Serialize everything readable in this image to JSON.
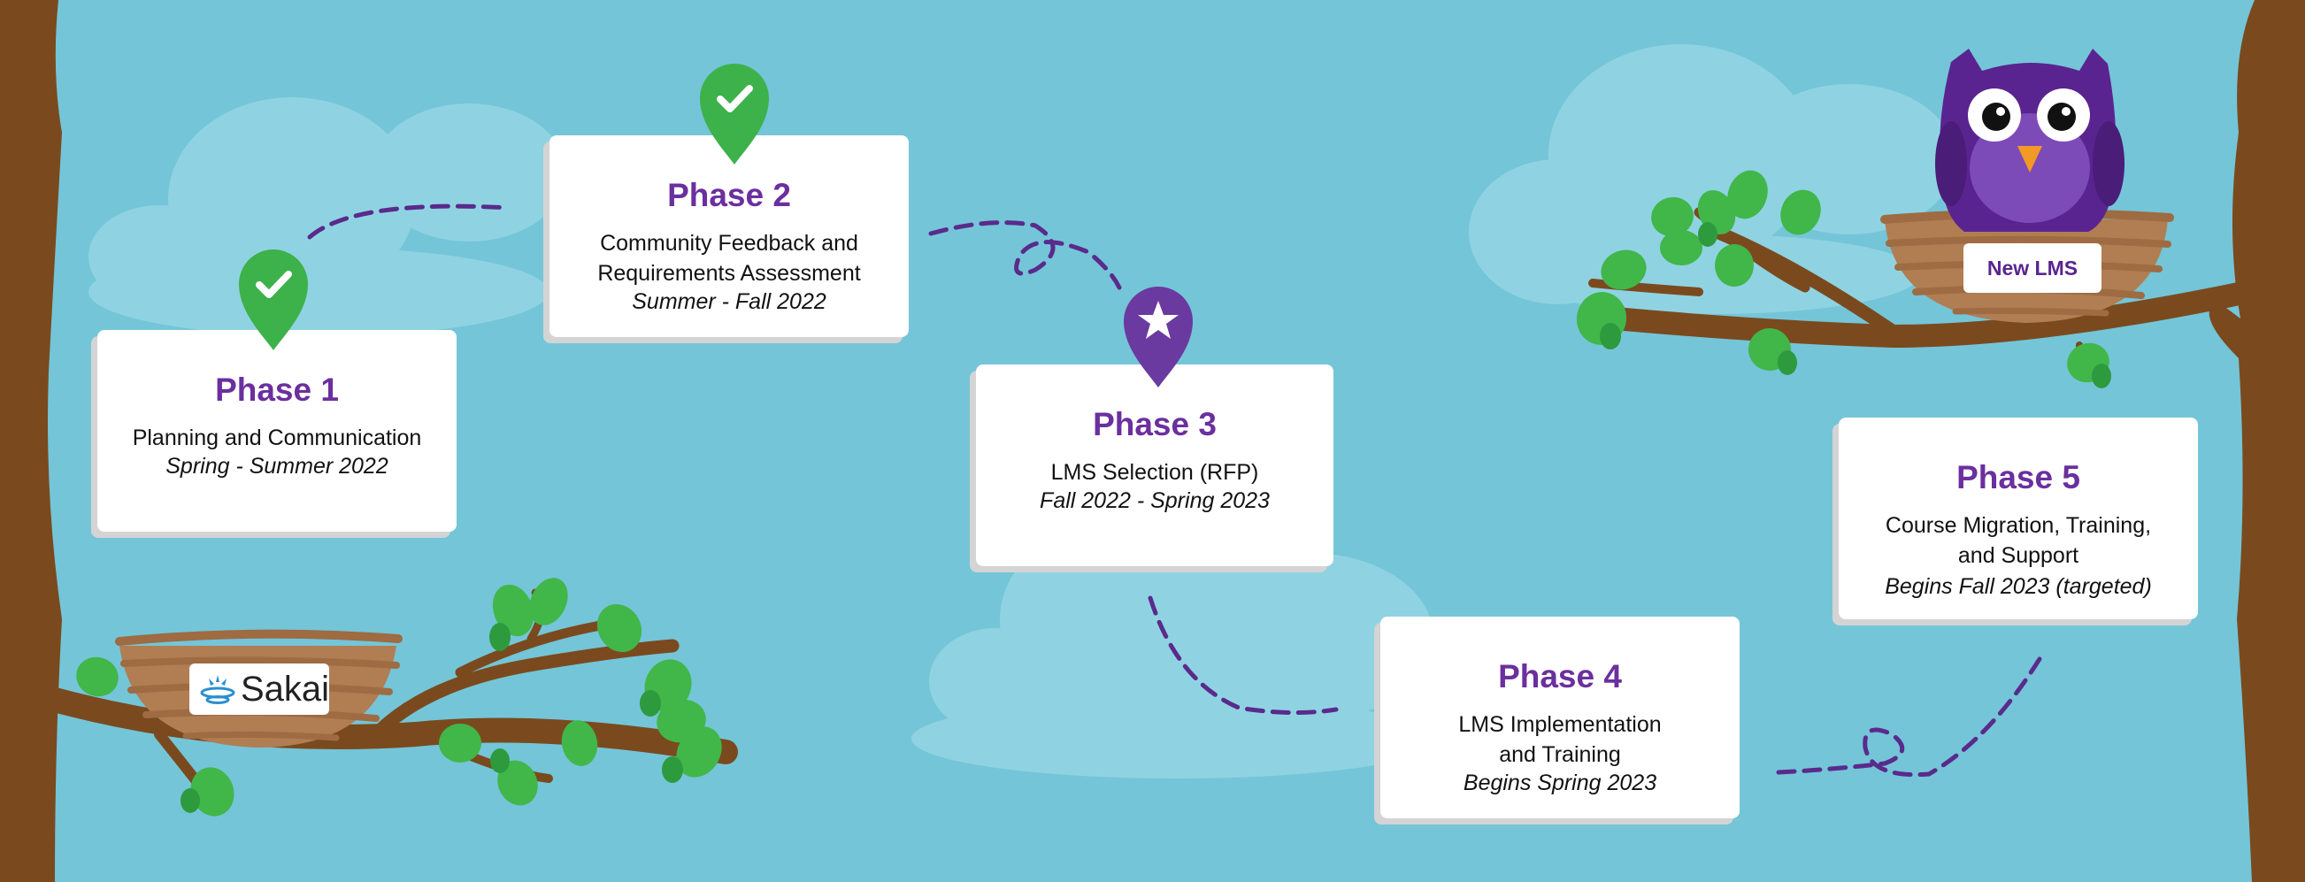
{
  "phases": [
    {
      "title": "Phase 1",
      "line1": "Planning and Communication",
      "line2": "",
      "dates": "Spring - Summer 2022",
      "pin": "check-pin-icon"
    },
    {
      "title": "Phase 2",
      "line1": "Community Feedback and",
      "line2": "Requirements Assessment",
      "dates": "Summer - Fall 2022",
      "pin": "check-pin-icon"
    },
    {
      "title": "Phase 3",
      "line1": "LMS Selection (RFP)",
      "line2": "",
      "dates": "Fall 2022 - Spring 2023",
      "pin": "star-pin-icon"
    },
    {
      "title": "Phase 4",
      "line1": "LMS Implementation",
      "line2": "and Training",
      "dates": "Begins Spring 2023",
      "pin": ""
    },
    {
      "title": "Phase 5",
      "line1": "Course Migration, Training,",
      "line2": "and Support",
      "dates": "Begins Fall 2023 (targeted)",
      "pin": ""
    }
  ],
  "nests": {
    "start_label": "Sakai",
    "end_label": "New LMS"
  },
  "colors": {
    "sky": "#74c5d8",
    "cloud": "#8fd3e2",
    "phase_title": "#6b2f9e",
    "complete_pin": "#3db14a",
    "current_pin": "#6a3aa0",
    "path_dash": "#5a2a8c",
    "branch": "#7a4a1e",
    "leaf": "#41b649"
  }
}
